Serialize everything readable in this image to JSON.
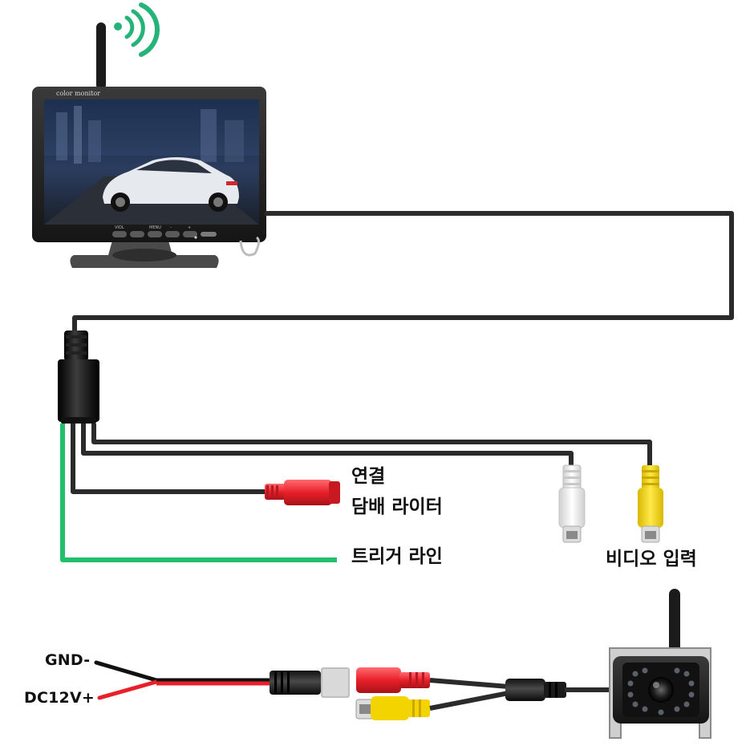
{
  "monitor": {
    "brand_text": "color monitor",
    "button_labels": [
      "VIOL",
      "",
      "MENU",
      "-",
      "+",
      ""
    ]
  },
  "labels": {
    "connect": "연결",
    "cigarette_lighter": "담배 라이터",
    "trigger_line": "트리거 라인",
    "video_input": "비디오 입력",
    "gnd": "GND-",
    "dc12v": "DC12V+"
  },
  "colors": {
    "cable": "#2b2b2b",
    "trigger_wire": "#22c06a",
    "power_red": "#e8202a",
    "rca_yellow": "#f4d400",
    "rca_white": "#f2f2f2",
    "wifi_signal": "#25b37a"
  },
  "icons": {
    "wifi": "wifi-signal-icon"
  }
}
